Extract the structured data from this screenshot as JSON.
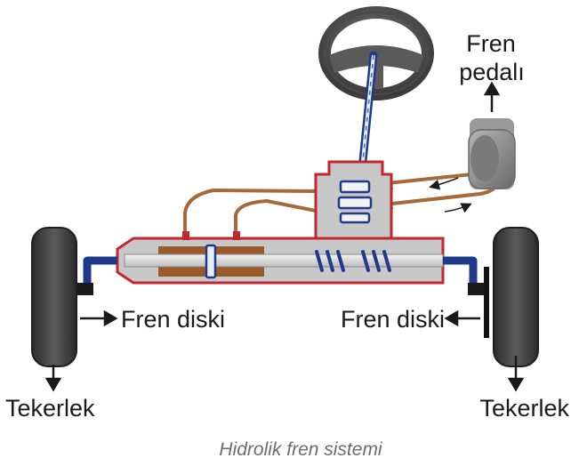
{
  "labels": {
    "brake_pedal_line1": "Fren",
    "brake_pedal_line2": "pedalı",
    "brake_disc_left": "Fren diski",
    "brake_disc_right": "Fren diski",
    "wheel_left": "Tekerlek",
    "wheel_right": "Tekerlek"
  },
  "caption": "Hidrolik fren sistemi",
  "colors": {
    "housing_fill": "#c8c8c8",
    "housing_stroke": "#c2262e",
    "fluid": "#9b5a2a",
    "tube": "#a66a3a",
    "axle": "#1f3a8a",
    "shaft": "#3a6fb5",
    "tire": "#3a3a3a",
    "pedal": "#8a8a8a",
    "steering_wheel": "#5a5a5a"
  }
}
